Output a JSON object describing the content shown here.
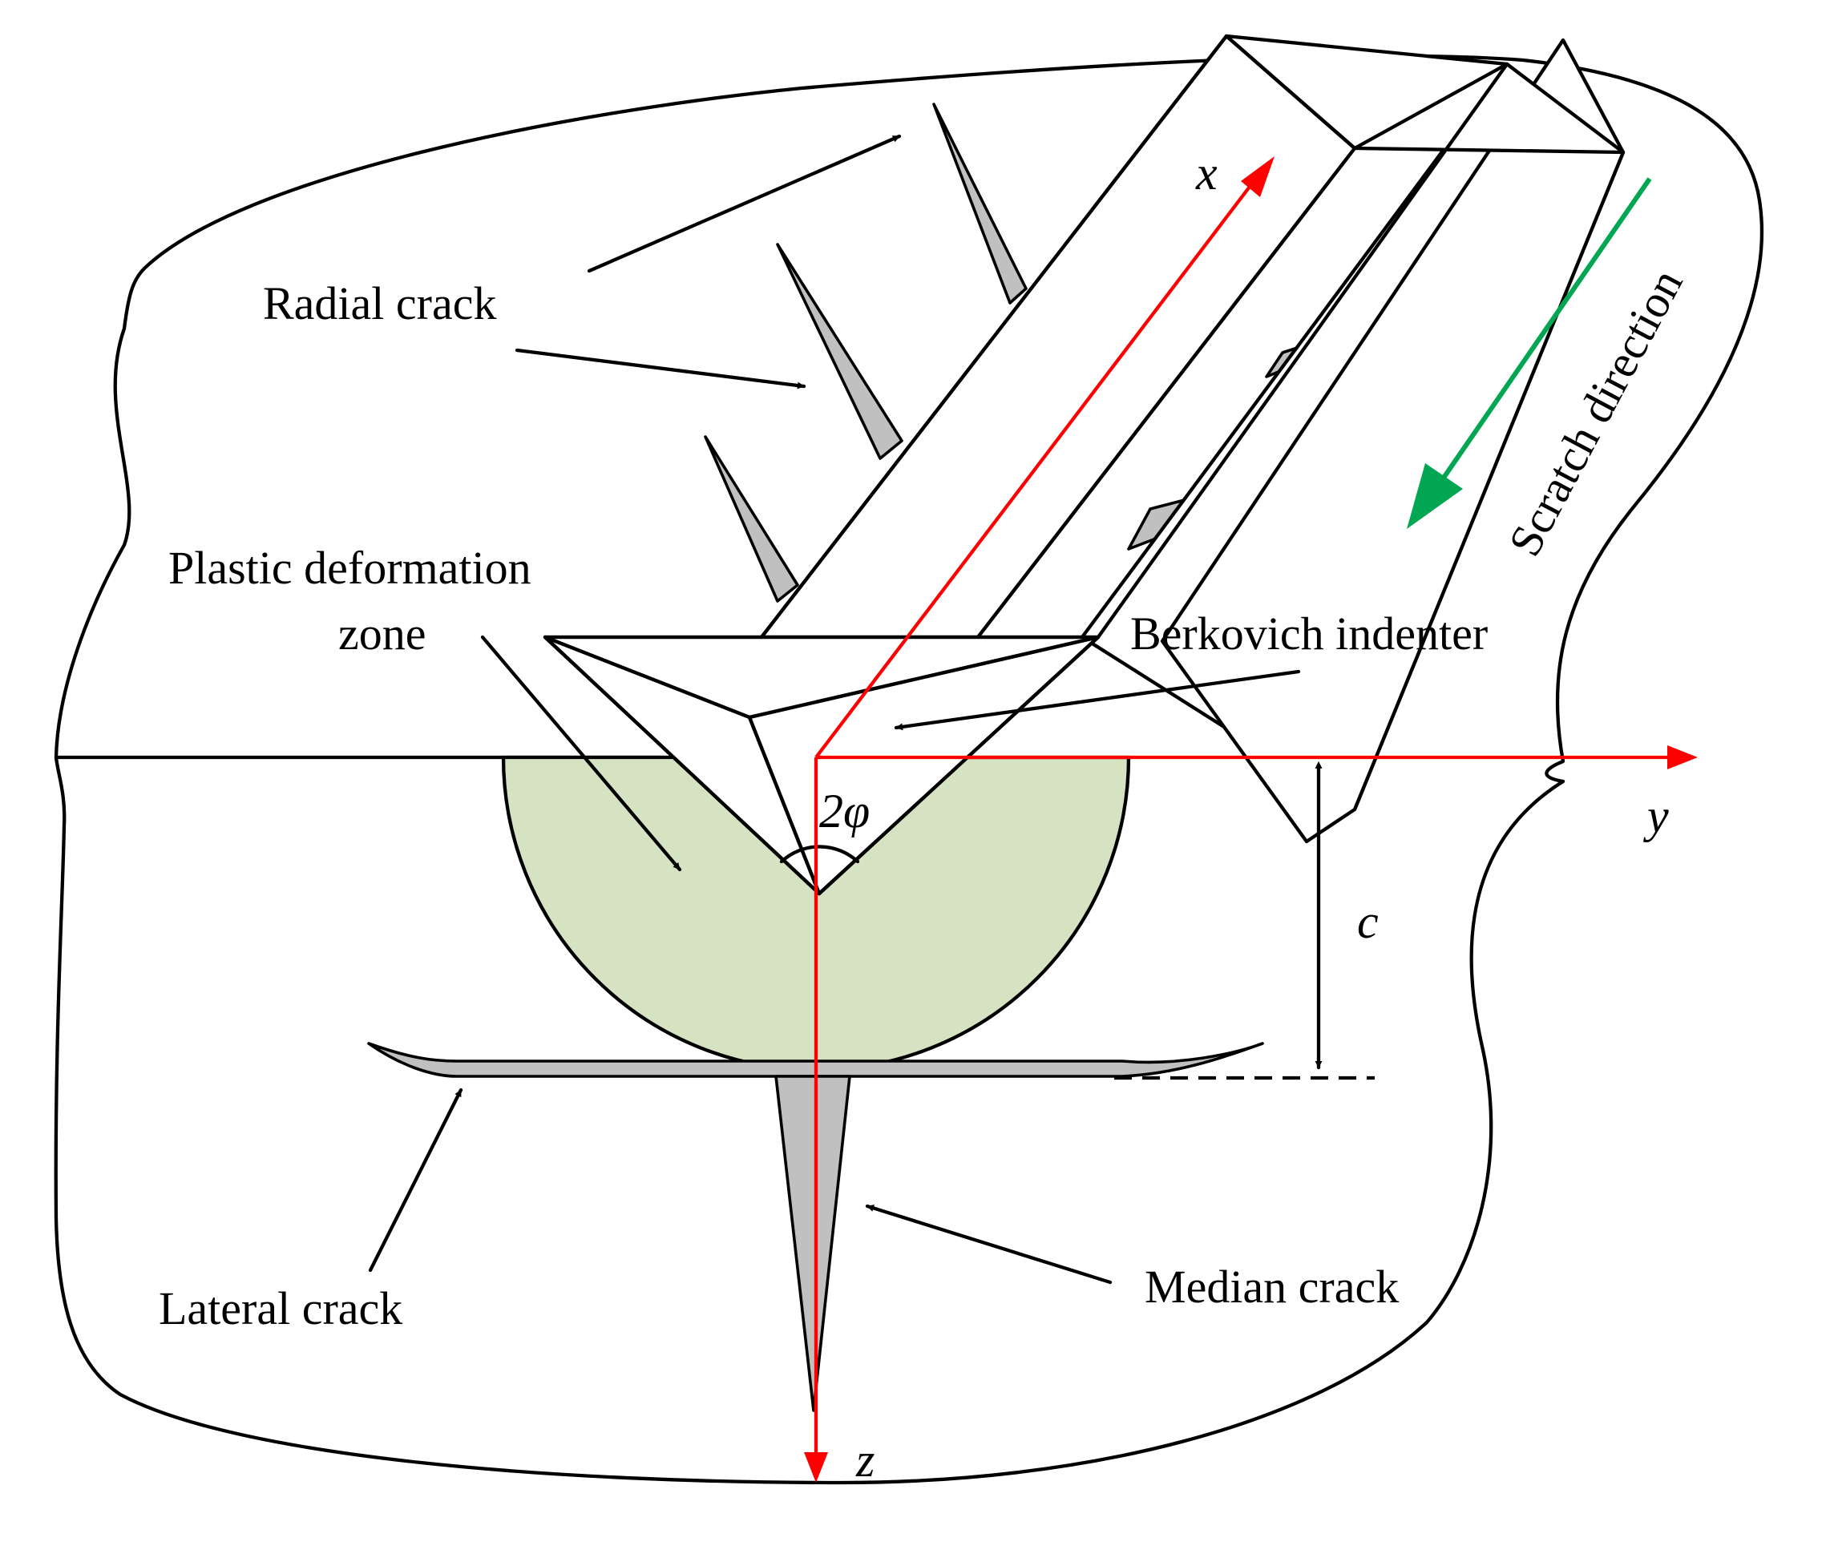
{
  "labels": {
    "radial_crack": "Radial crack",
    "plastic_zone_line1": "Plastic deformation",
    "plastic_zone_line2": "zone",
    "indenter": "Berkovich indenter",
    "scratch_direction": "Scratch direction",
    "lateral_crack": "Lateral crack",
    "median_crack": "Median crack"
  },
  "symbols": {
    "x_axis": "x",
    "y_axis": "y",
    "z_axis": "z",
    "angle": "2φ",
    "depth": "c"
  },
  "colors": {
    "axis": "#ff0000",
    "scratch_arrow": "#00a651",
    "plastic_zone_fill": "#d5e3c3",
    "crack_fill": "#c0c0c0",
    "outline": "#000000"
  }
}
